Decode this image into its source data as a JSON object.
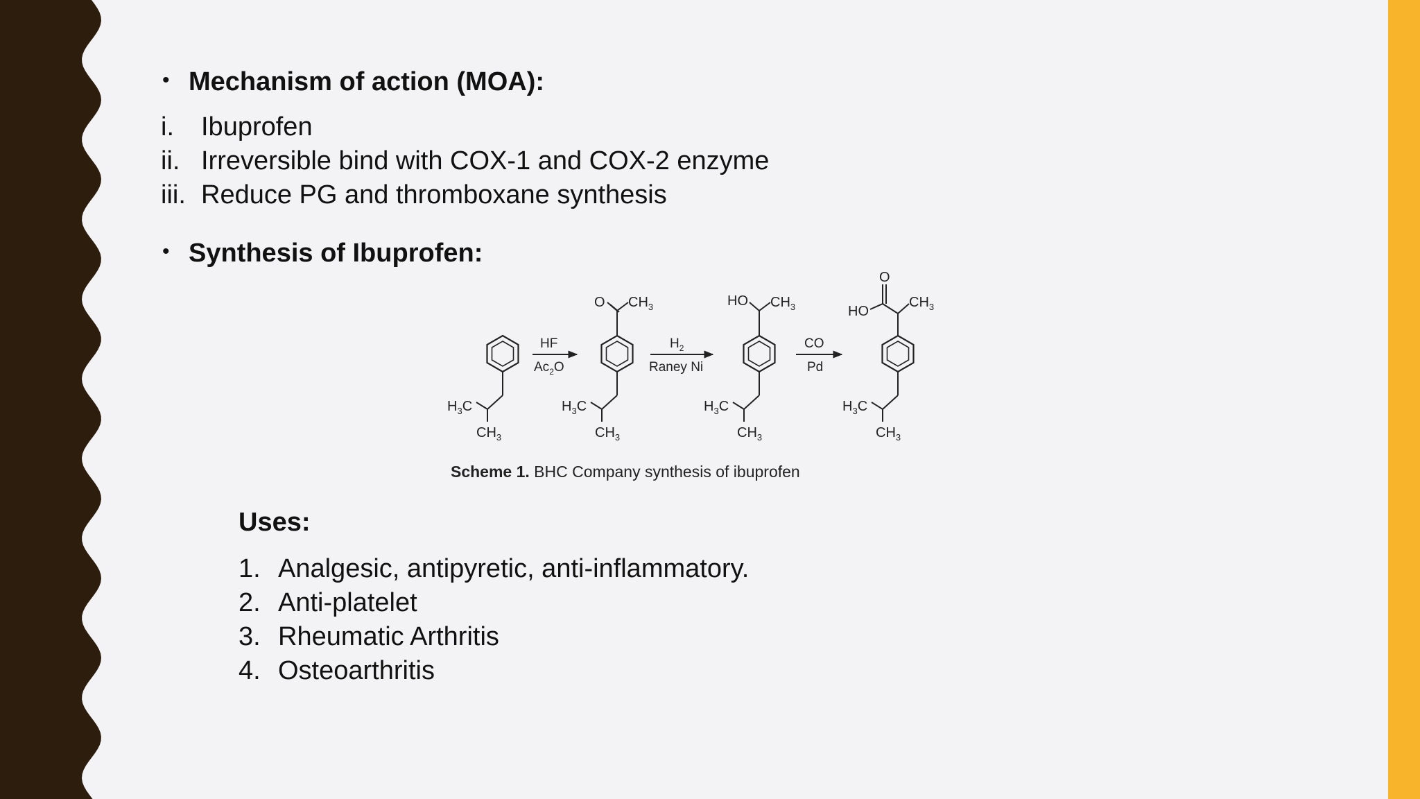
{
  "colors": {
    "wave": "#2c1d0d",
    "accent": "#f8b42a",
    "background": "#f3f3f6"
  },
  "moa": {
    "bullet": "•",
    "heading": "Mechanism of action (MOA):",
    "items": [
      {
        "marker": "i.",
        "text": "Ibuprofen"
      },
      {
        "marker": "ii.",
        "text": "Irreversible bind with COX-1 and COX-2 enzyme"
      },
      {
        "marker": "iii.",
        "text": "Reduce PG and thromboxane synthesis"
      }
    ]
  },
  "synthesis": {
    "bullet": "•",
    "heading": "Synthesis of Ibuprofen:",
    "scheme": {
      "step1": {
        "top": "HF",
        "bottom": "Ac",
        "bottom_sub": "2",
        "bottom_tail": "O"
      },
      "step2": {
        "top": "H",
        "top_sub": "2",
        "bottom": "Raney Ni"
      },
      "step3": {
        "top": "CO",
        "bottom": "Pd"
      },
      "atoms": {
        "h3c": "H",
        "three": "3",
        "c": "C",
        "ch": "CH",
        "o": "O",
        "ho": "HO"
      },
      "caption_bold": "Scheme 1.",
      "caption": " BHC Company synthesis of ibuprofen"
    }
  },
  "uses": {
    "heading": "Uses:",
    "items": [
      {
        "marker": "1.",
        "text": "Analgesic, antipyretic, anti-inflammatory."
      },
      {
        "marker": "2.",
        "text": "Anti-platelet"
      },
      {
        "marker": "3.",
        "text": "Rheumatic Arthritis"
      },
      {
        "marker": "4.",
        "text": "Osteoarthritis"
      }
    ]
  }
}
